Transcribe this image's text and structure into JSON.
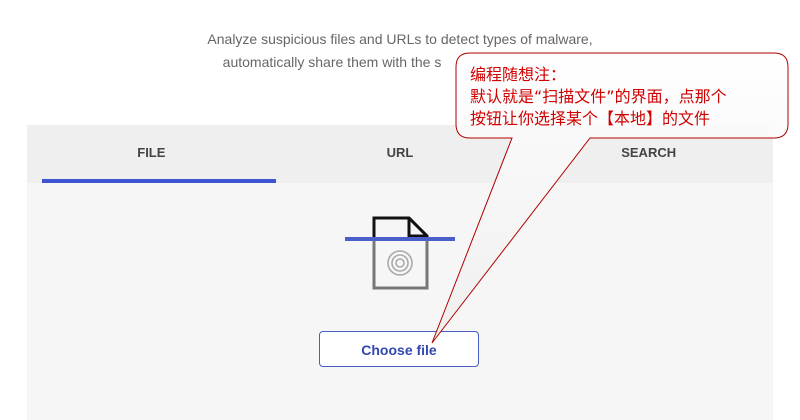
{
  "intro": {
    "line1": "Analyze suspicious files and URLs to detect types of malware,",
    "line2": "automatically share them with the s"
  },
  "tabs": [
    {
      "label": "FILE",
      "active": true
    },
    {
      "label": "URL",
      "active": false
    },
    {
      "label": "SEARCH",
      "active": false
    }
  ],
  "upload": {
    "icon": "fingerprint-file-icon",
    "button_label": "Choose file"
  },
  "annotation": {
    "line1": "编程随想注：",
    "line2": "默认就是“扫描文件”的界面，点那个",
    "line3": "按钮让你选择某个【本地】的文件",
    "border_color": "#b00000",
    "text_color": "#d00000"
  },
  "colors": {
    "accent": "#3e55d1"
  }
}
